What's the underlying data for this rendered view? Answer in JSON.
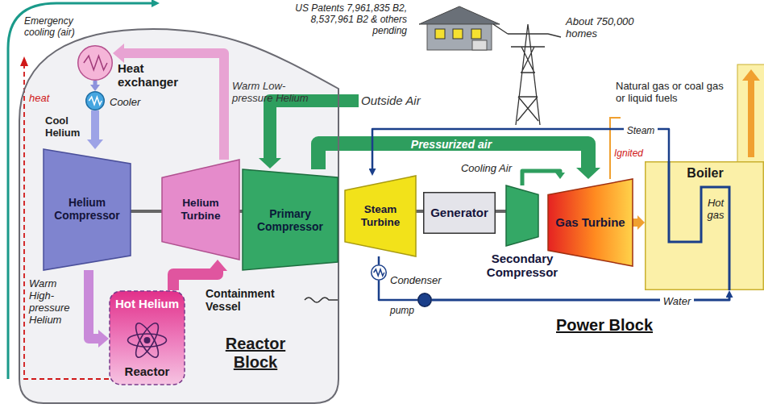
{
  "diagram": {
    "nodes": [
      {
        "text": [
          "Reactor Block",
          "Containment Vessel"
        ]
      },
      {
        "text": [
          "Heat exchanger"
        ],
        "in": 0
      },
      {
        "text": [
          "Cooler"
        ],
        "in": 0
      },
      {
        "text": [
          "Helium Compressor"
        ],
        "in": 0
      },
      {
        "text": [
          "Helium Turbine"
        ],
        "in": 0
      },
      {
        "text": [
          "Primary Compressor"
        ],
        "in": 0
      },
      {
        "text": [
          "Hot Helium",
          "Reactor"
        ],
        "in": 0
      },
      {
        "text": [
          "Steam Turbine"
        ]
      },
      {
        "text": [
          "Generator"
        ]
      },
      {
        "text": [
          "Secondary Compressor"
        ]
      },
      {
        "text": [
          "Gas Turbine"
        ]
      },
      {
        "text": [
          "Boiler",
          "Hot gas"
        ]
      },
      {
        "text": [
          "Condenser"
        ]
      },
      {
        "text": [
          "pump"
        ]
      }
    ],
    "edges": [
      {
        "from": 4,
        "to": 1,
        "label": "Warm Low-pressure Helium",
        "arrow": "to"
      },
      {
        "from": 1,
        "to": 2,
        "arrow": "to"
      },
      {
        "from": 2,
        "to": 3,
        "label": "Cool Helium",
        "arrow": "to"
      },
      {
        "from": 3,
        "to": 6,
        "label": "Warm High-pressure Helium",
        "arrow": "to"
      },
      {
        "from": 6,
        "to": 4,
        "arrow": "to"
      },
      {
        "from": 3,
        "to": 4,
        "arrow": "none"
      },
      {
        "from": 4,
        "to": 5,
        "arrow": "none"
      },
      {
        "from": 5,
        "to": 10,
        "label": "Pressurized air",
        "arrow": "to"
      },
      {
        "from": 9,
        "to": 10,
        "label": "Cooling Air",
        "arrow": "to"
      },
      {
        "from": 10,
        "to": 11,
        "arrow": "to"
      },
      {
        "from": 11,
        "to": 7,
        "label": "Steam",
        "arrow": "to"
      },
      {
        "from": 7,
        "to": 8,
        "arrow": "none"
      },
      {
        "from": 8,
        "to": 9,
        "arrow": "none"
      },
      {
        "from": 7,
        "to": 12,
        "arrow": "none"
      },
      {
        "from": 12,
        "to": 13,
        "arrow": "none"
      },
      {
        "from": 13,
        "to": 11,
        "label": "Water",
        "arrow": "to"
      }
    ],
    "labels": [
      "Emergency cooling (air)",
      "heat",
      "US Patents 7,961,835 B2, 8,537,961 B2 & others pending",
      "About 750,000 homes",
      "Natural gas or coal gas or liquid fuels",
      "Outside Air",
      "Ignited",
      "Power Block"
    ]
  }
}
